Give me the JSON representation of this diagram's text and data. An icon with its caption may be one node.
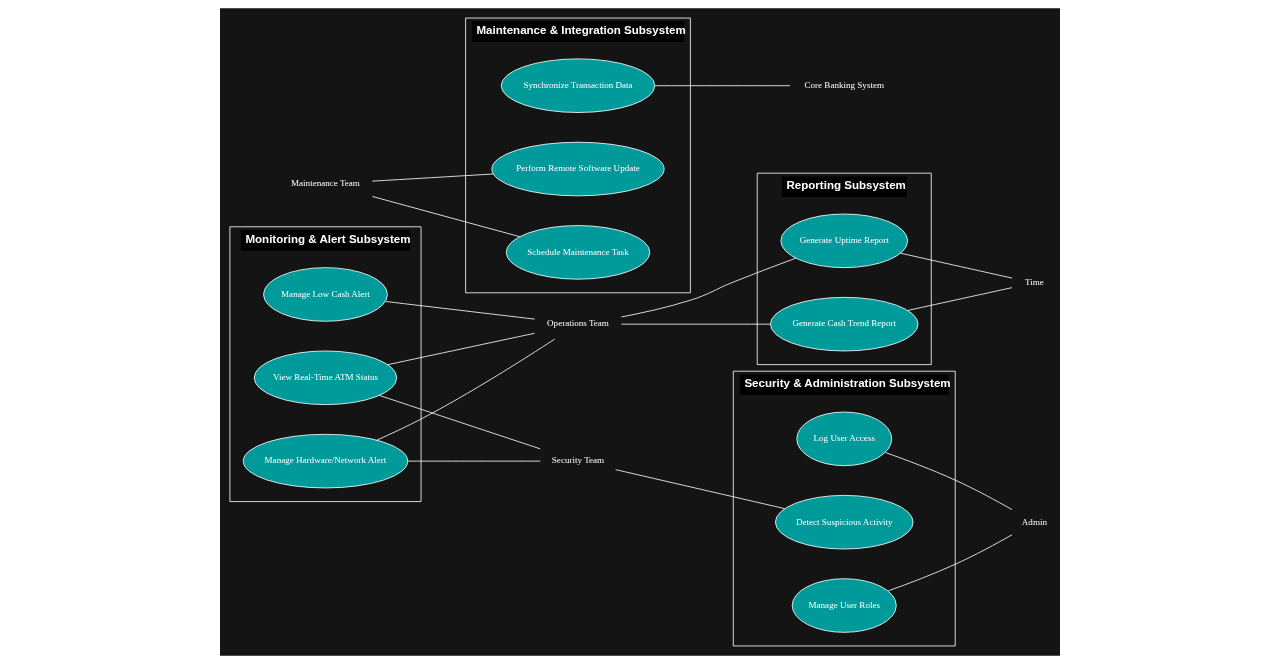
{
  "diagram": {
    "nodes": [
      {
        "text": [
          "Monitoring & Alert Subsystem"
        ]
      },
      {
        "text": [
          "Manage Low Cash Alert"
        ],
        "in": 0
      },
      {
        "text": [
          "View Real-Time ATM Status"
        ],
        "in": 0
      },
      {
        "text": [
          "Manage Hardware/Network Alert"
        ],
        "in": 0
      },
      {
        "text": [
          "Reporting Subsystem"
        ]
      },
      {
        "text": [
          "Generate Uptime Report"
        ],
        "in": 4
      },
      {
        "text": [
          "Generate Cash Trend Report"
        ],
        "in": 4
      },
      {
        "text": [
          "Operations Team"
        ]
      },
      {
        "text": [
          "Time"
        ]
      },
      {
        "text": [
          "Security Team"
        ]
      },
      {
        "text": [
          "Maintenance & Integration Subsystem"
        ]
      },
      {
        "text": [
          "Synchronize Transaction Data"
        ],
        "in": 10
      },
      {
        "text": [
          "Perform Remote Software Update"
        ],
        "in": 10
      },
      {
        "text": [
          "Schedule Maintenance Task"
        ],
        "in": 10
      },
      {
        "text": [
          "Maintenance Team"
        ]
      },
      {
        "text": [
          "Core Banking System"
        ]
      },
      {
        "text": [
          "Security & Administration Subsystem"
        ]
      },
      {
        "text": [
          "Log User Access"
        ],
        "in": 16
      },
      {
        "text": [
          "Detect Suspicious Activity"
        ],
        "in": 16
      },
      {
        "text": [
          "Manage User Roles"
        ],
        "in": 16
      },
      {
        "text": [
          "Admin"
        ]
      }
    ],
    "edges": [
      {
        "from": 1,
        "to": 7,
        "arrow": "none"
      },
      {
        "from": 2,
        "to": 7,
        "arrow": "none"
      },
      {
        "from": 3,
        "to": 7,
        "arrow": "none"
      },
      {
        "from": 7,
        "to": 5,
        "arrow": "none"
      },
      {
        "from": 7,
        "to": 6,
        "arrow": "none"
      },
      {
        "from": 5,
        "to": 8,
        "arrow": "none"
      },
      {
        "from": 6,
        "to": 8,
        "arrow": "none"
      },
      {
        "from": 2,
        "to": 9,
        "arrow": "none"
      },
      {
        "from": 3,
        "to": 9,
        "arrow": "none"
      },
      {
        "from": 9,
        "to": 18,
        "arrow": "none"
      },
      {
        "from": 11,
        "to": 15,
        "arrow": "none"
      },
      {
        "from": 14,
        "to": 12,
        "arrow": "none"
      },
      {
        "from": 14,
        "to": 13,
        "arrow": "none"
      },
      {
        "from": 17,
        "to": 20,
        "arrow": "none"
      },
      {
        "from": 19,
        "to": 20,
        "arrow": "none"
      }
    ]
  }
}
